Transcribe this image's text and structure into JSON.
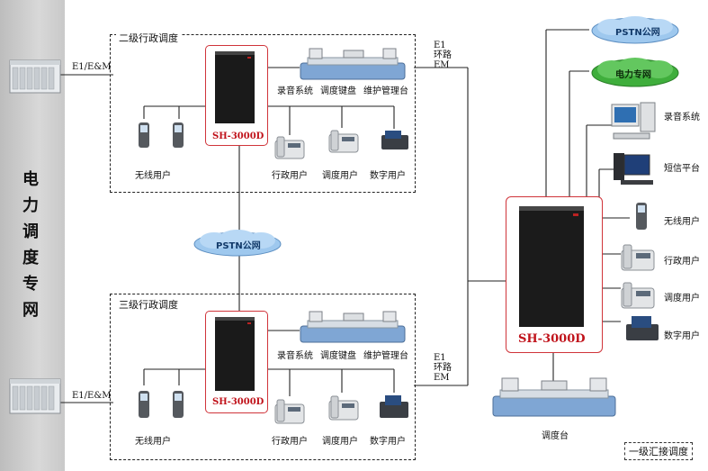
{
  "sidebar": {
    "title_chars": [
      "电",
      "力",
      "调",
      "度",
      "专",
      "网"
    ]
  },
  "links": {
    "e1_em_top": "E1/E&M",
    "e1_em_bottom": "E1/E&M",
    "ring_top": [
      "E1",
      "环路",
      "EM"
    ],
    "ring_bottom": [
      "E1",
      "环路",
      "EM"
    ]
  },
  "zones": {
    "level2": {
      "label": "二级行政调度",
      "switch_label": "SH-3000D",
      "console_labels": [
        "录音系统",
        "调度键盘",
        "维护管理台"
      ],
      "user_labels": {
        "wireless": "无线用户",
        "admin": "行政用户",
        "dispatch": "调度用户",
        "digital": "数字用户"
      }
    },
    "level3": {
      "label": "三级行政调度",
      "switch_label": "SH-3000D",
      "console_labels": [
        "录音系统",
        "调度键盘",
        "维护管理台"
      ],
      "user_labels": {
        "wireless": "无线用户",
        "admin": "行政用户",
        "dispatch": "调度用户",
        "digital": "数字用户"
      }
    },
    "level1": {
      "label": "一级汇接调度",
      "switch_label": "SH-3000D",
      "console_label": "调度台",
      "right_labels": [
        "录音系统",
        "短信平台",
        "无线用户",
        "行政用户",
        "调度用户",
        "数字用户"
      ]
    }
  },
  "clouds": {
    "middle": "PSTN公网",
    "right_top": "PSTN公网",
    "right_power": "电力专网"
  },
  "colors": {
    "cloud_blue": "#9ec8ee",
    "cloud_green": "#3fae3c",
    "switch_border": "#d0343a",
    "switch_label": "#c0121a",
    "sidebar": "#c9c9c9"
  }
}
